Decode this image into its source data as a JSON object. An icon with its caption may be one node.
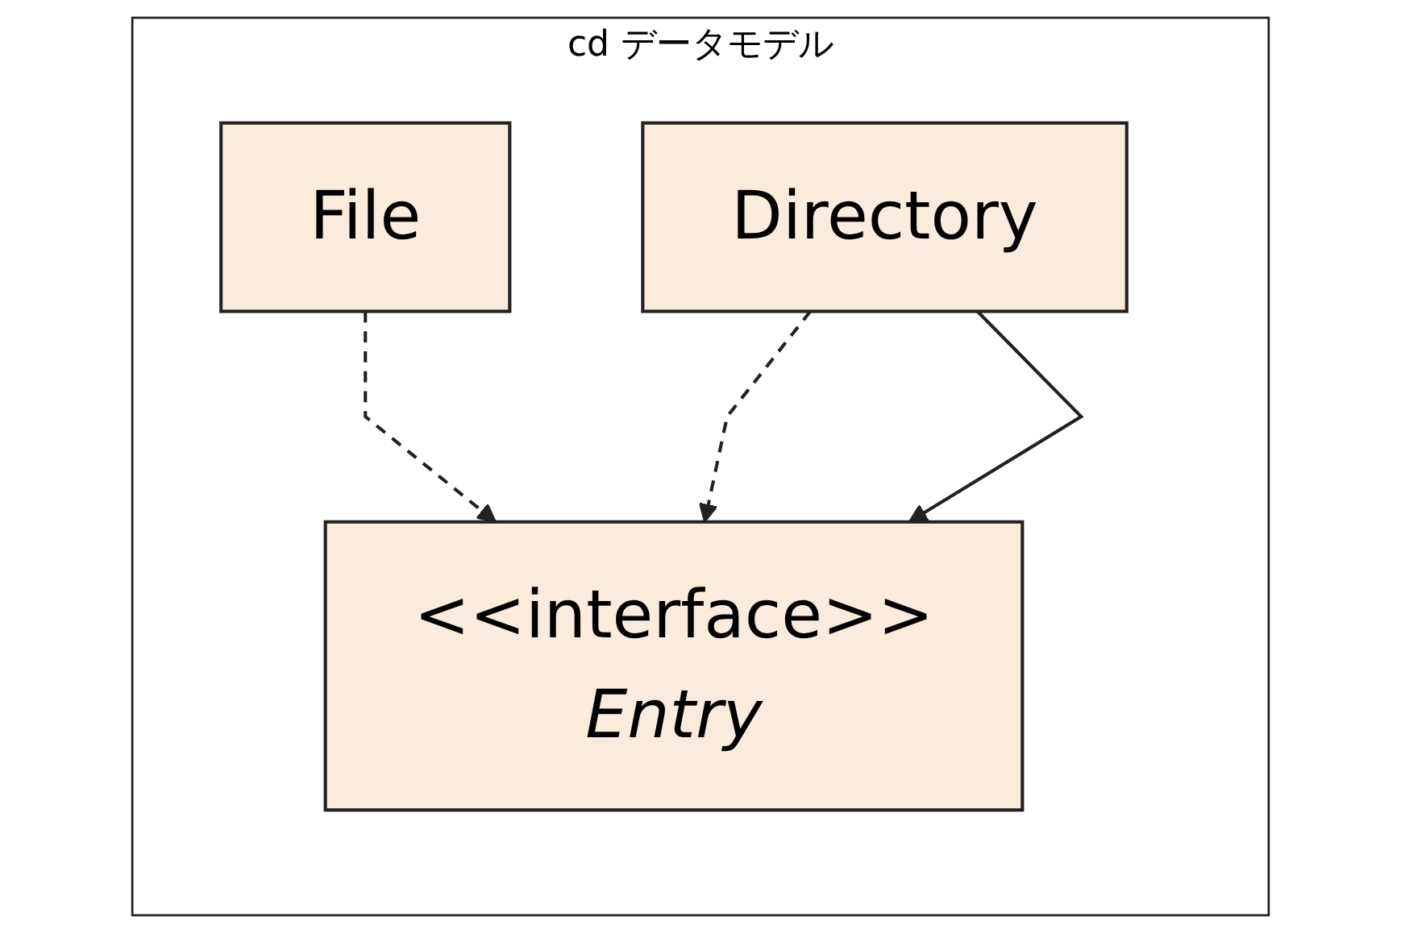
{
  "diagram": {
    "nodes": [
      {
        "text": [
          "cd データモデル"
        ]
      },
      {
        "text": [
          "<<interface>>",
          "Entry"
        ],
        "in": 0
      },
      {
        "text": [
          "File"
        ],
        "in": 0
      },
      {
        "text": [
          "Directory"
        ],
        "in": 0
      }
    ],
    "edges": [
      {
        "from": 2,
        "to": 1,
        "arrow": "to",
        "style": "dashed"
      },
      {
        "from": 3,
        "to": 1,
        "arrow": "to",
        "style": "dashed"
      },
      {
        "from": 3,
        "to": 1,
        "arrow": "to"
      }
    ]
  }
}
